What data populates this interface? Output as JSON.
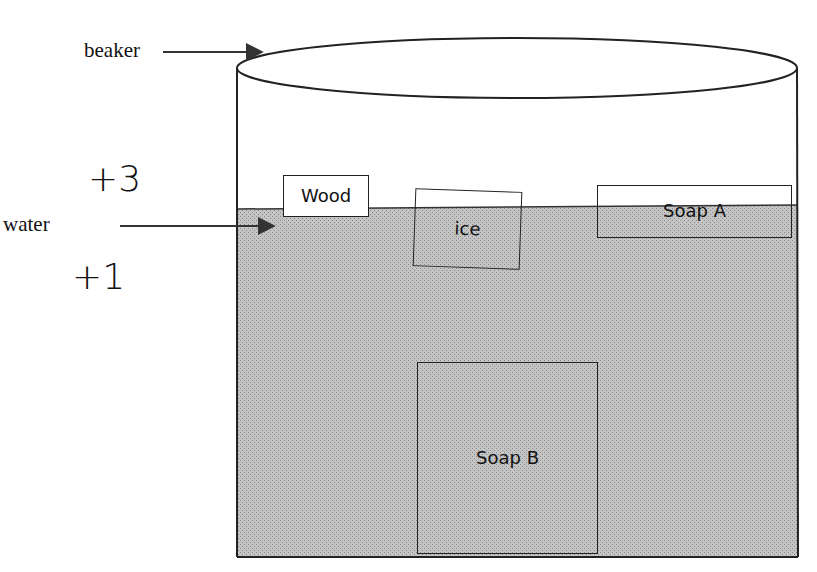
{
  "diagram": {
    "nodes": [
      {
        "text": [
          "Wood"
        ]
      },
      {
        "text": [
          "ice"
        ]
      },
      {
        "text": [
          "Soap A"
        ]
      },
      {
        "text": [
          "Soap B"
        ]
      }
    ],
    "labels": [
      "beaker",
      "water",
      "+3",
      "+1"
    ]
  }
}
